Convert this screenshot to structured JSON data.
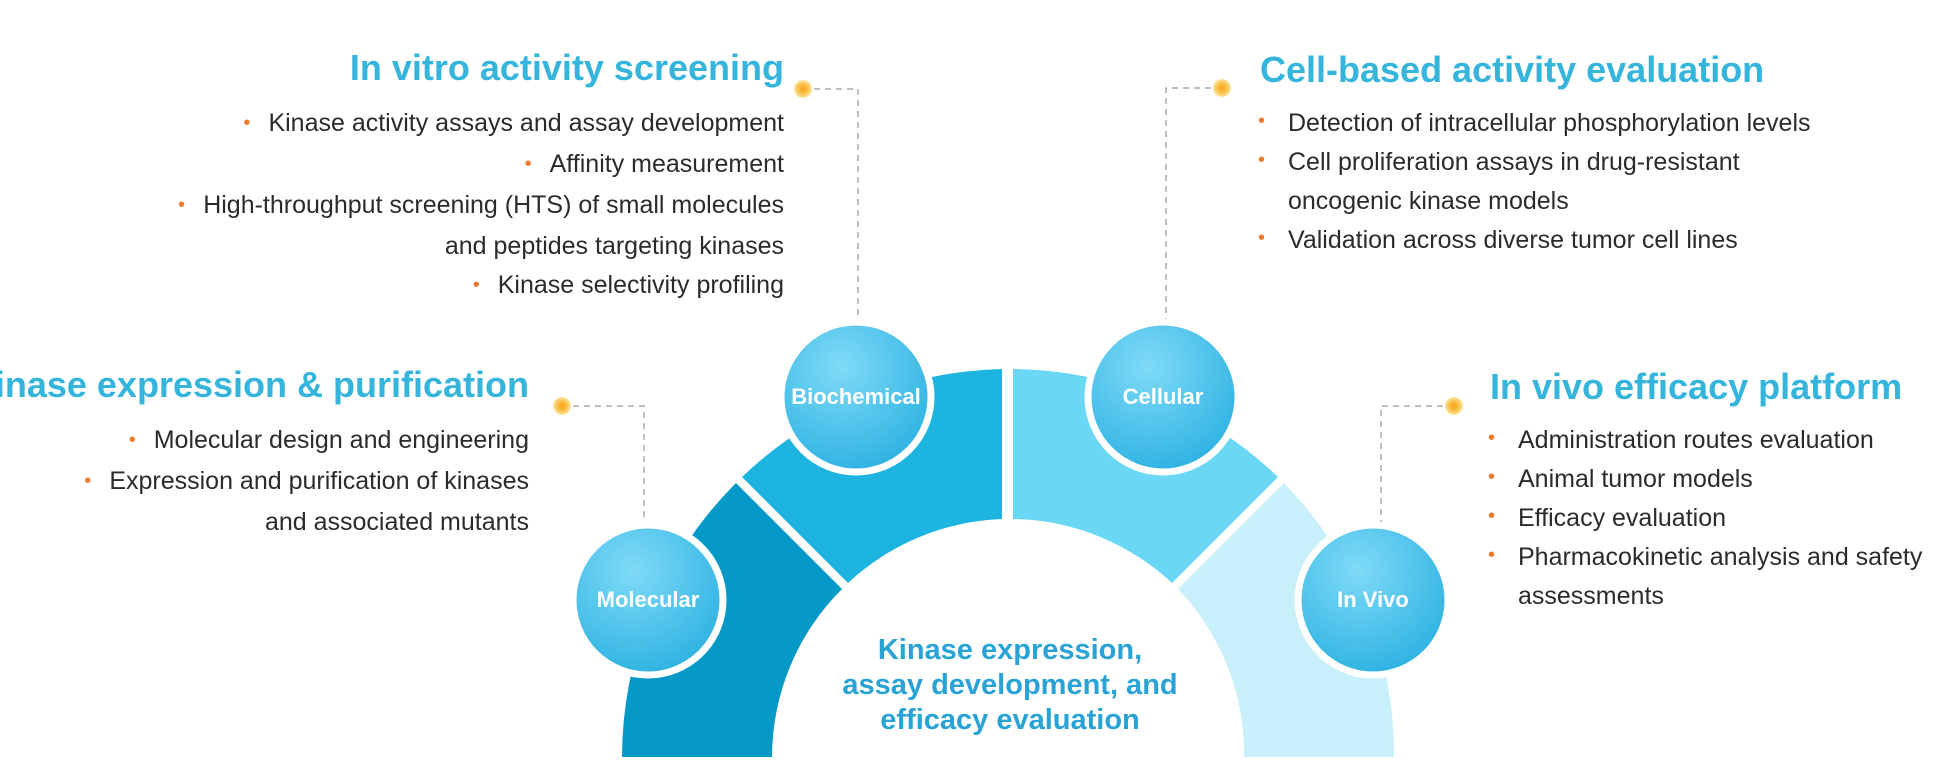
{
  "center": {
    "lines": [
      "Kinase expression,",
      "assay development, and",
      "efficacy evaluation"
    ]
  },
  "nodes": {
    "molecular": "Molecular",
    "biochemical": "Biochemical",
    "cellular": "Cellular",
    "invivo": "In Vivo"
  },
  "sections": {
    "in_vitro": {
      "title": "In vitro activity screening",
      "items": [
        "Kinase activity assays and assay development",
        "Affinity measurement",
        "High-throughput screening (HTS) of small molecules",
        "and peptides targeting kinases",
        "Kinase selectivity profiling"
      ]
    },
    "cell_based": {
      "title": "Cell-based activity evaluation",
      "items": [
        "Detection of intracellular phosphorylation levels",
        "Cell proliferation assays in drug-resistant",
        "oncogenic kinase models",
        "Validation across diverse tumor cell lines"
      ]
    },
    "expression": {
      "title": "Kinase expression & purification",
      "items": [
        "Molecular design and engineering",
        "Expression and purification of kinases",
        "and associated mutants"
      ]
    },
    "in_vivo": {
      "title": "In vivo efficacy platform",
      "items": [
        "Administration routes evaluation",
        "Animal tumor models",
        "Efficacy evaluation",
        "Pharmacokinetic analysis and safety",
        "assessments"
      ]
    }
  },
  "colors": {
    "heading": "#35b5dc",
    "bullet": "#ee7a2d",
    "segment_dark": "#0499c7",
    "segment_mid": "#1db4e0",
    "segment_light": "#6ad7f4",
    "segment_pale": "#c8f0fa",
    "node": "#42c2ea",
    "connector": "#aaaaaa",
    "dot": "#f5a623"
  }
}
